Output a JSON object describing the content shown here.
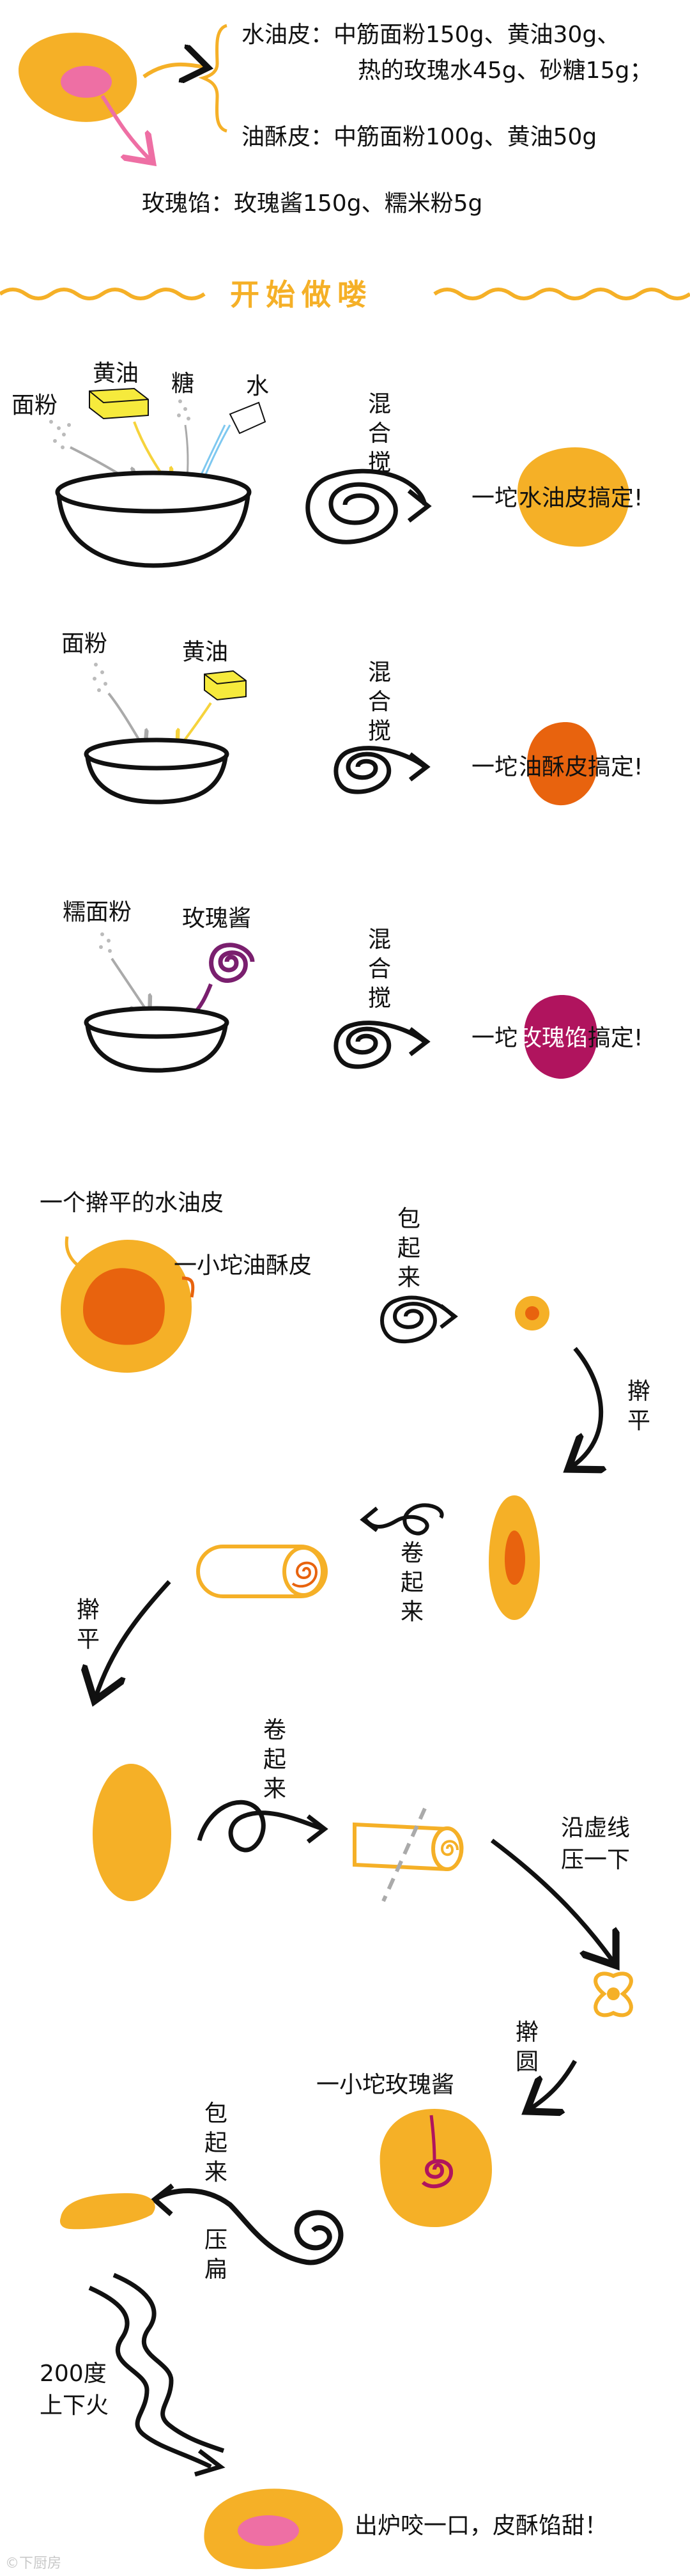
{
  "ingredients": {
    "water_dough_line1": "水油皮：中筋面粉150g、黄油30g、",
    "water_dough_line2": "热的玫瑰水45g、砂糖15g；",
    "oil_dough": "油酥皮：中筋面粉100g、黄油50g",
    "filling": "玫瑰馅：玫瑰酱150g、糯米粉5g"
  },
  "section_title": "开始做喽",
  "steps": {
    "step1": {
      "flour": "面粉",
      "butter": "黄油",
      "sugar": "糖",
      "water": "水",
      "mix": "混合搅",
      "result_prefix": "一坨",
      "result_mid": "水油皮",
      "result_suffix": "搞定!"
    },
    "step2": {
      "flour": "面粉",
      "butter": "黄油",
      "mix": "混合搅",
      "result_prefix": "一坨",
      "result_mid": "油酥皮",
      "result_suffix": "搞定!"
    },
    "step3": {
      "flour": "糯面粉",
      "jam": "玫瑰酱",
      "mix": "混合搅",
      "result_prefix": "一坨",
      "result_mid": "玫瑰馅",
      "result_suffix": "搞定!"
    },
    "assembly": {
      "flattened_dough": "一个擀平的水油皮",
      "oil_piece": "一小坨油酥皮",
      "wrap": "包起来",
      "flatten1": "擀平",
      "roll1": "卷起来",
      "flatten2": "擀平",
      "roll2": "卷起来",
      "press_line1": "沿虚线",
      "press_line2": "压一下",
      "roll_round": "擀圆",
      "jam_piece": "一小坨玫瑰酱",
      "wrap2": "包起来",
      "press_flat": "压扁",
      "bake_line1": "200度",
      "bake_line2": "上下火",
      "final": "出炉咬一口，皮酥馅甜！"
    }
  },
  "watermark": "©下厨房",
  "colors": {
    "orange": "#F5B027",
    "dark_orange": "#E8630E",
    "pink": "#EE6FA4",
    "magenta": "#B0145E",
    "purple": "#7A1F6E",
    "butter": "#F6EA3C",
    "gray": "#B5B5B5"
  }
}
